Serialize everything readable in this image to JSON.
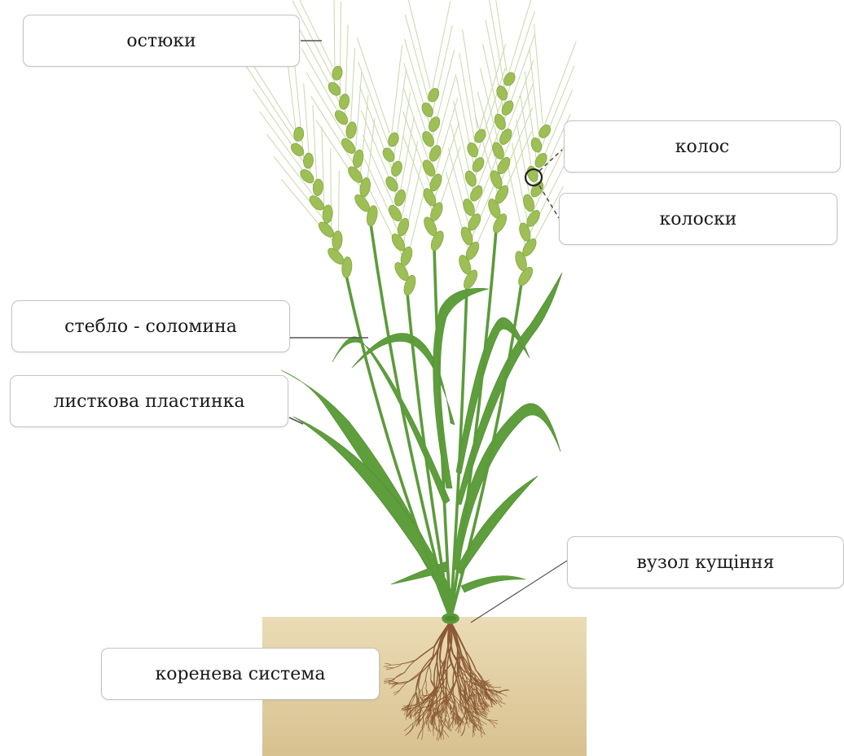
{
  "labels": {
    "awns": "остюки",
    "ear": "колос",
    "spikelets": "колоски",
    "stem": "стебло - соломина",
    "leaf_blade": "листкова пластинка",
    "tillering_node": "вузол кущіння",
    "root_system": "коренева система"
  },
  "colors": {
    "soil": "#e0cda4",
    "root": "#8a5a35",
    "stem": "#5c9b3a",
    "leaf": "#5f9e3c",
    "spike": "#9dbf55",
    "awn": "#c9d8a8",
    "leader": "#555555"
  }
}
